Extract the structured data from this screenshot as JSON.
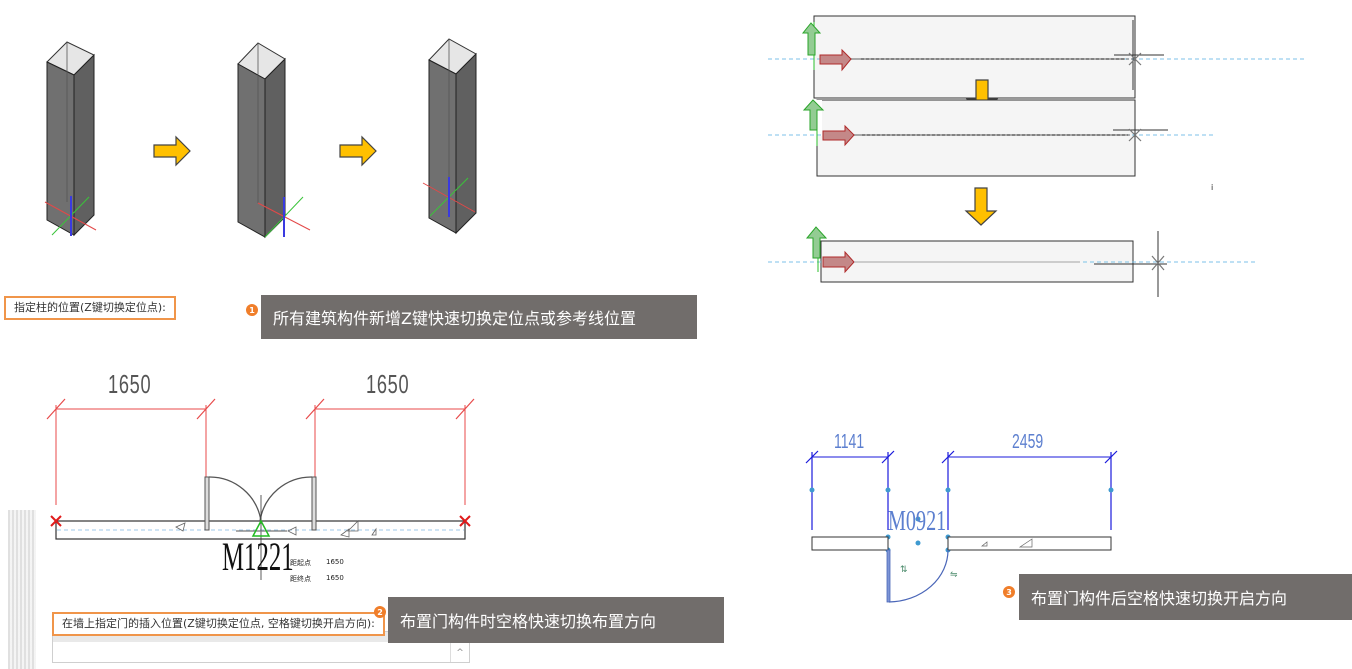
{
  "section1": {
    "prompt": "指定柱的位置(Z键切换定位点):",
    "badge": "1",
    "callout": "所有建筑构件新增Z键快速切换定位点或参考线位置"
  },
  "section2": {
    "dim_left": "1650",
    "dim_right": "1650",
    "door_label": "M1221",
    "start_label": "距起点",
    "start_value": "1650",
    "end_label": "距终点",
    "end_value": "1650",
    "prompt": "在墙上指定门的插入位置(Z键切换定位点, 空格键切换开启方向):",
    "command_input_value": "",
    "scroll_glyph": "^",
    "badge": "2",
    "callout": "布置门构件时空格快速切换布置方向"
  },
  "section3": {
    "dim_left": "1141",
    "dim_right": "2459",
    "door_label": "M0921",
    "badge": "3",
    "callout": "布置门构件后空格快速切换开启方向"
  },
  "colors": {
    "accent_orange": "#f0954a",
    "badge_orange": "#f07e2a",
    "callout_bg": "#716d6b",
    "arrow_yellow": "#ffc000",
    "dim_red": "#e84a4a",
    "dim_blue": "#1a1adb"
  }
}
